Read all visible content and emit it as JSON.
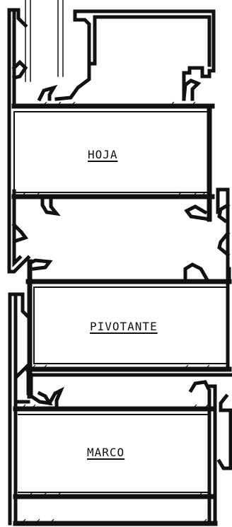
{
  "labels": {
    "hoja": "HOJA",
    "pivotante": "PIVOTANTE",
    "marco": "MARCO"
  },
  "colors": {
    "profile": "#111111",
    "background": "#ffffff"
  }
}
